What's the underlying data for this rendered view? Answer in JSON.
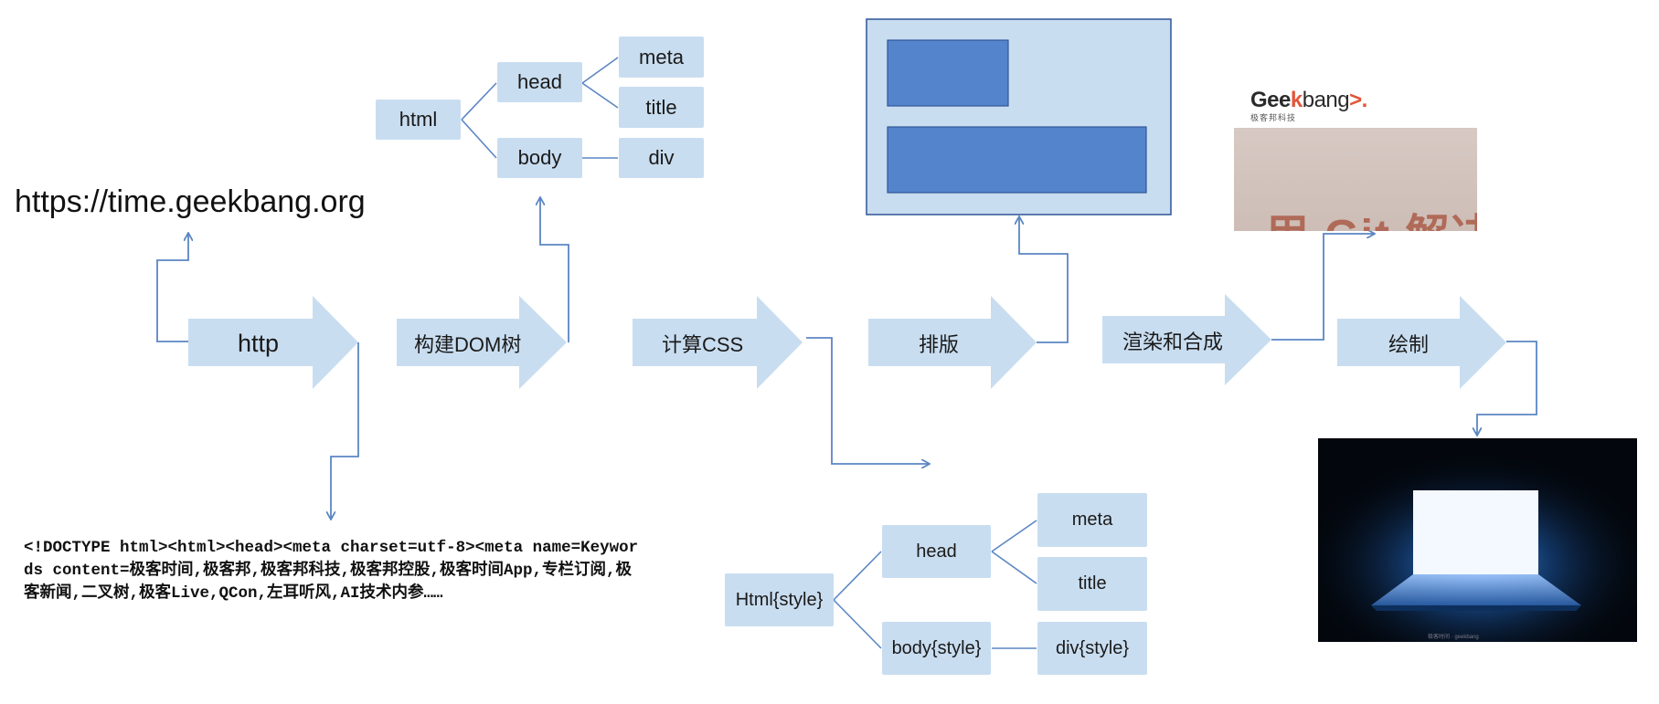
{
  "url": "https://time.geekbang.org",
  "source_code": "<!DOCTYPE html><html><head><meta charset=utf-8><meta name=Keywords content=极客时间,极客邦,极客邦科技,极客邦控股,极客时间App,专栏订阅,极客新闻,二叉树,极客Live,QCon,左耳听风,AI技术内参……",
  "steps": [
    {
      "label": "http"
    },
    {
      "label": "构建DOM树"
    },
    {
      "label": "计算CSS"
    },
    {
      "label": "排版"
    },
    {
      "label": "渲染和合成"
    },
    {
      "label": "绘制"
    }
  ],
  "dom_tree": {
    "root": "html",
    "head": "head",
    "body": "body",
    "meta": "meta",
    "title": "title",
    "div": "div"
  },
  "style_tree": {
    "root": "Html{style}",
    "head": "head",
    "body": "body{style}",
    "meta": "meta",
    "title": "title",
    "div": "div{style}"
  },
  "logo": {
    "brand_a": "Gee",
    "brand_b": "k",
    "brand_c": "bang",
    "brand_mark": ">.",
    "brand_sub": "极客邦科技"
  },
  "thumbnail_text": "用 Git 解决",
  "screen_caption": "极客时间 · geekbang",
  "colors": {
    "arrow_fill": "#c9ddf0",
    "node_fill": "#c9ddf0",
    "connector": "#5b86c3",
    "layout_frame": "#c9ddf0",
    "layout_block": "#5485cc",
    "layout_border": "#2f5597"
  }
}
